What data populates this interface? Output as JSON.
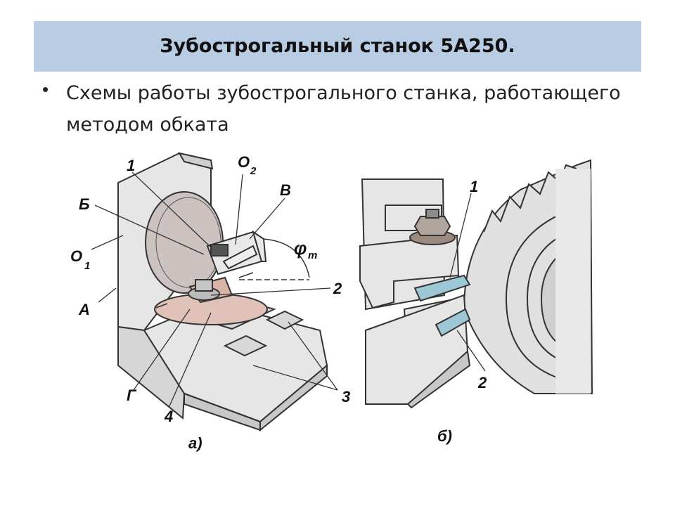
{
  "slide": {
    "title": "Зубострогальный станок 5А250.",
    "bullet": "Схемы работы зубострогального станка, работающего методом обката"
  },
  "diagram": {
    "labels_a": {
      "one": "1",
      "o2": "O",
      "o2_sub": "2",
      "b_cyr": "Б",
      "v_cyr": "В",
      "o1": "O",
      "o1_sub": "1",
      "phi": "φ",
      "phi_sub": "m",
      "a_cyr": "А",
      "two": "2",
      "g_cyr": "Г",
      "four": "4",
      "three": "3",
      "caption": "а)"
    },
    "labels_b": {
      "one": "1",
      "two": "2",
      "caption": "б)"
    }
  }
}
